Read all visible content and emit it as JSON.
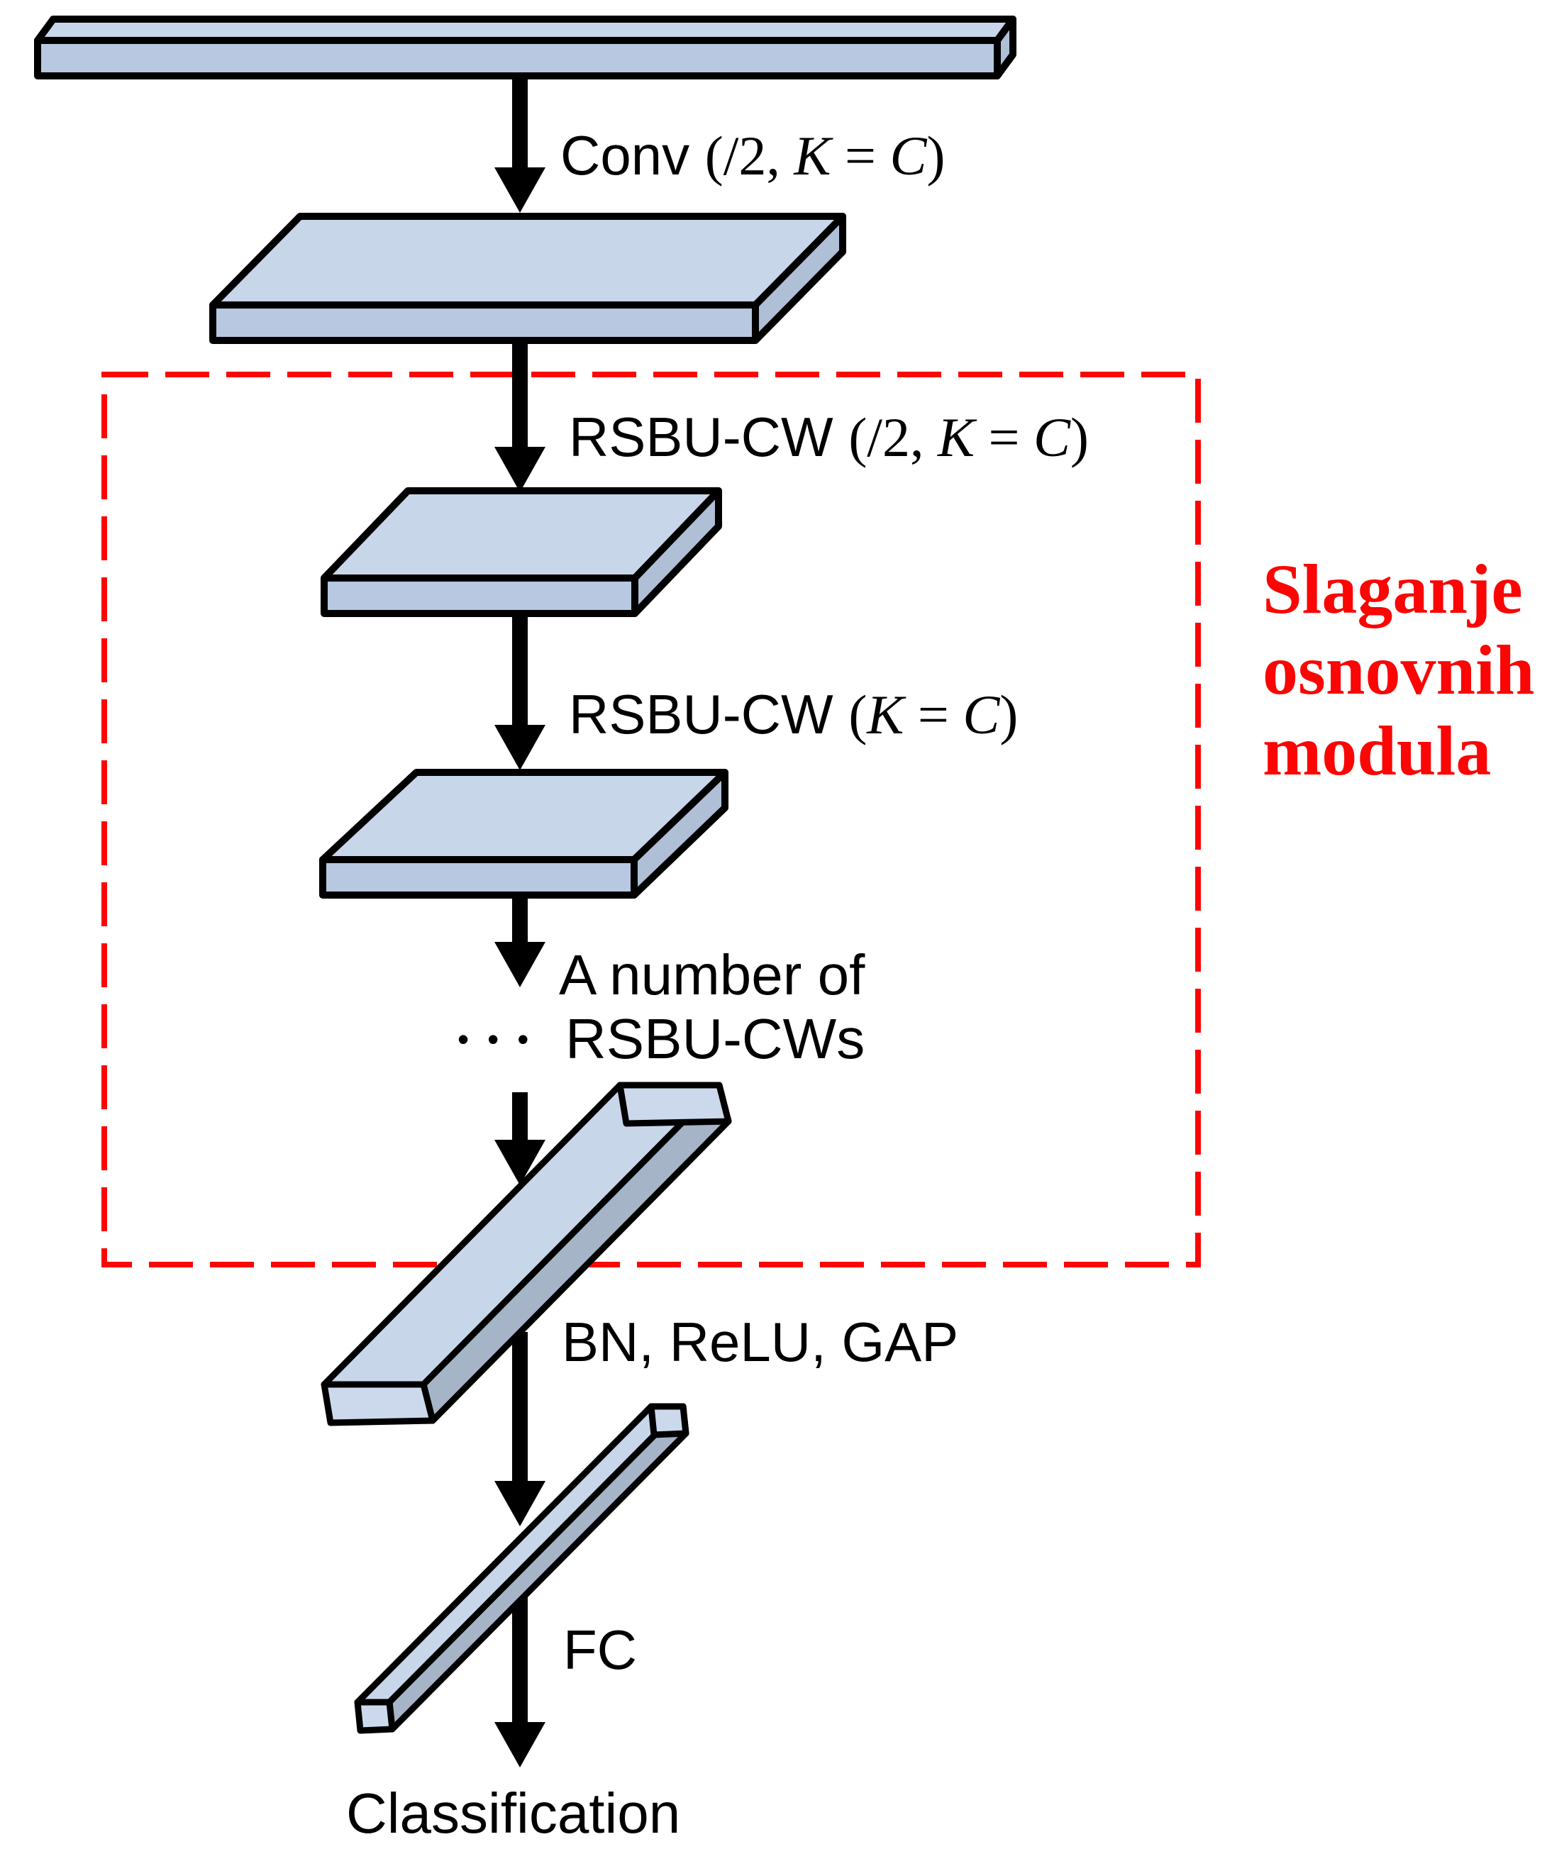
{
  "figure": {
    "kind": "neural-network-architecture-diagram",
    "description": "Deep residual shrinkage network flow: input, Conv, stacked RSBU-CW blocks inside dashed group, BN/ReLU/GAP, FC, Classification"
  },
  "labels": {
    "conv": {
      "name": "Conv ",
      "open": "(/2, ",
      "k": "K",
      "eq": " = ",
      "c": "C",
      "close": ")"
    },
    "rsbu_downsample": {
      "name": "RSBU-CW ",
      "open": "(/2, ",
      "k": "K",
      "eq": " = ",
      "c": "C",
      "close": ")"
    },
    "rsbu": {
      "name": "RSBU-CW ",
      "open": "(",
      "k": "K",
      "eq": " = ",
      "c": "C",
      "close": ")"
    },
    "stack_note_line1": "A number of",
    "stack_note_dots": "•••",
    "stack_note_line2": "RSBU-CWs",
    "bn_relu_gap": "BN, ReLU, GAP",
    "fc": "FC",
    "classification": "Classification",
    "annotation": {
      "line1": "Slaganje",
      "line2": "osnovnih",
      "line3": "modula"
    }
  },
  "colors": {
    "accent_red": "#fb0505",
    "line_black": "#000000",
    "slab_top": "#c8d6ea",
    "slab_front": "#b7c8e0",
    "slab_side": "#aebfd6",
    "bar_side": "#a6b4c8",
    "bar_cap": "#ccd9ec"
  }
}
